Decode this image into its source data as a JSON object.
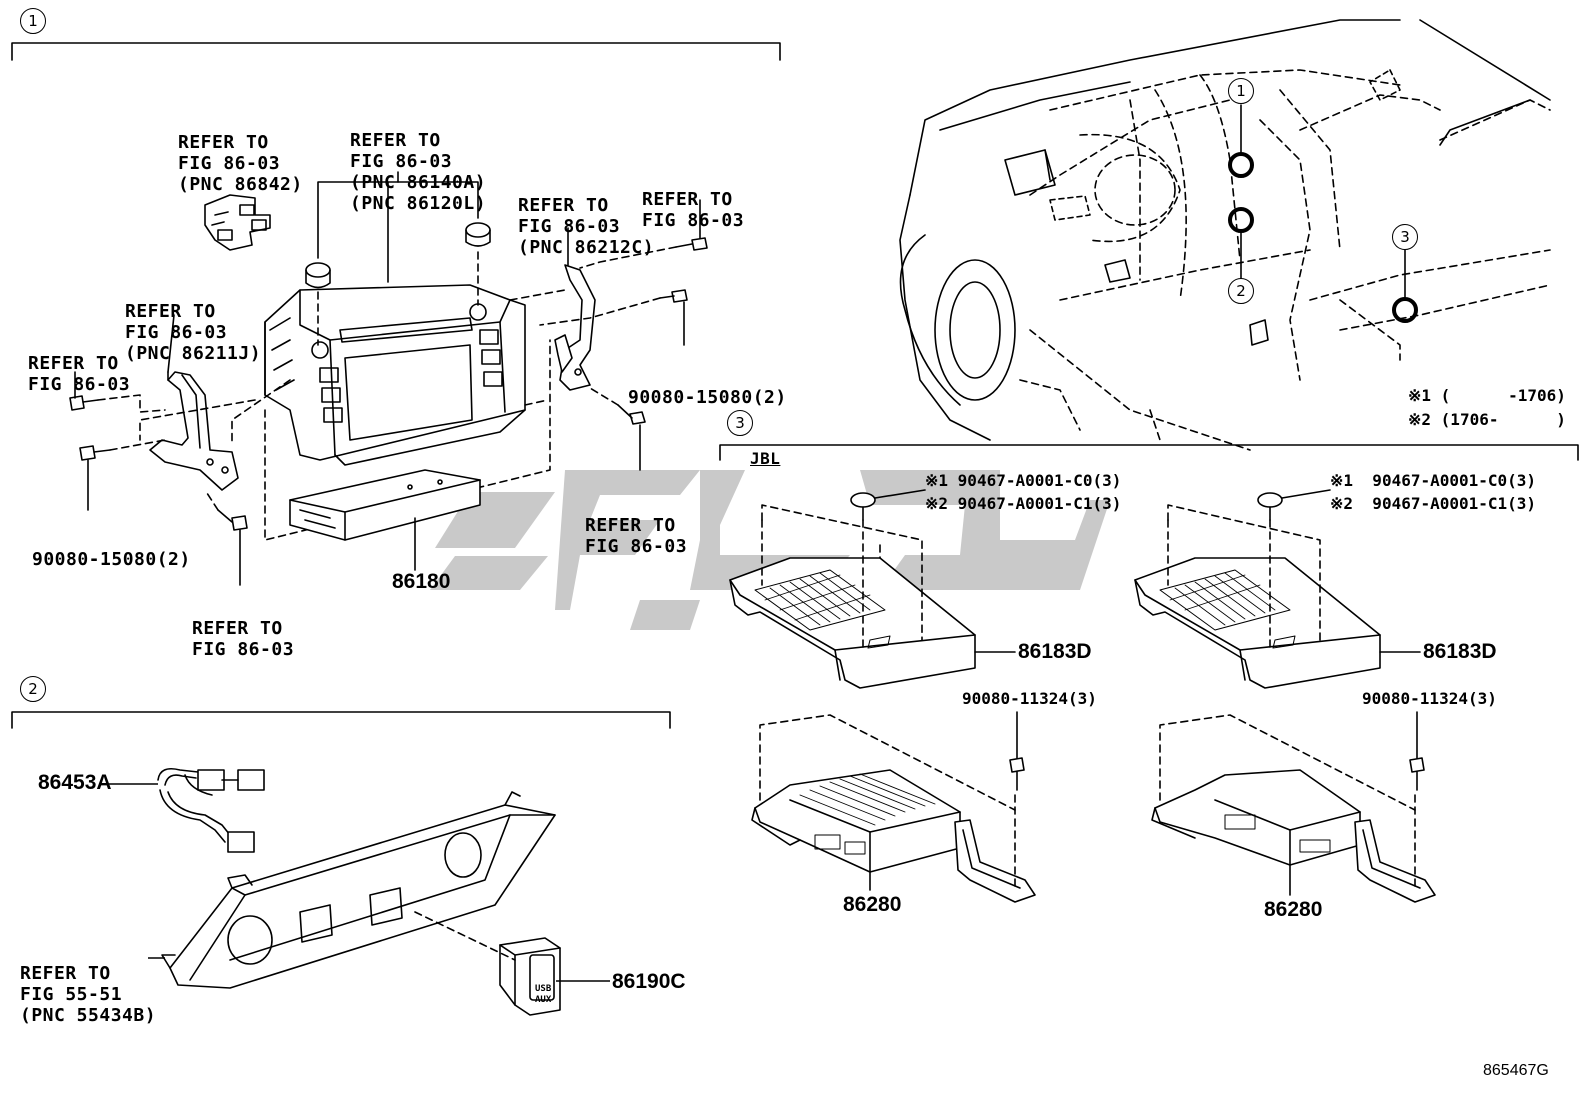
{
  "sections": {
    "s1": "1",
    "s2": "2",
    "s3": "3"
  },
  "refs": {
    "r_86842": [
      "REFER TO",
      "FIG 86-03",
      "(PNC 86842)"
    ],
    "r_86140": [
      "REFER TO",
      "FIG 86-03",
      "(PNC 86140A)",
      "(PNC 86120L)"
    ],
    "r_86212": [
      "REFER TO",
      "FIG 86-03",
      "(PNC 86212C)"
    ],
    "r_topright": [
      "REFER TO",
      "FIG 86-03"
    ],
    "r_86211": [
      "REFER TO",
      "FIG 86-03",
      "(PNC 86211J)"
    ],
    "r_left": [
      "REFER TO",
      "FIG 86-03"
    ],
    "r_bottom": [
      "REFER TO",
      "FIG 86-03"
    ],
    "r_bracket_r": [
      "REFER TO",
      "FIG 86-03"
    ],
    "r_55434": [
      "REFER TO",
      "FIG 55-51",
      "(PNC 55434B)"
    ]
  },
  "parts": {
    "p_90080_15080_r": "90080-15080(2)",
    "p_90080_15080_l": "90080-15080(2)",
    "p_86180": "86180",
    "p_86453A": "86453A",
    "p_86190C": "86190C",
    "p_86183D_a": "86183D",
    "p_86183D_b": "86183D",
    "p_90080_11324_a": "90080-11324(3)",
    "p_90080_11324_b": "90080-11324(3)",
    "p_86280_a": "86280",
    "p_86280_b": "86280",
    "p_clip1_a": "※1 90467-A0001-C0(3)",
    "p_clip2_a": "※2 90467-A0001-C1(3)",
    "p_clip1_b": "※1  90467-A0001-C0(3)",
    "p_clip2_b": "※2  90467-A0001-C1(3)",
    "jbl": "JBL"
  },
  "notes": {
    "n1": "※1 (      -1706)",
    "n2": "※2 (1706-      )"
  },
  "usb_text": [
    "USB",
    "AUX"
  ],
  "diagram_id": "865467G",
  "watermark_color": "#c9c9c9"
}
